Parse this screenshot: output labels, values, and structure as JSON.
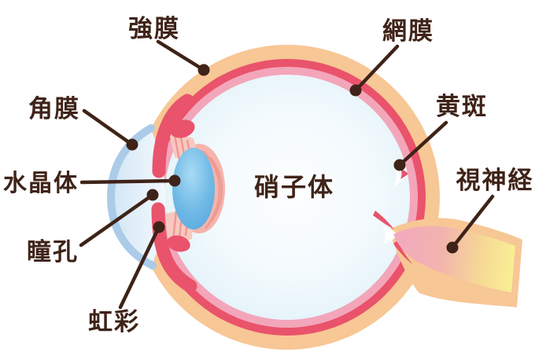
{
  "diagram": {
    "type": "eye-anatomy-cross-section",
    "labels": [
      {
        "id": "sclera",
        "text": "強膜"
      },
      {
        "id": "retina",
        "text": "網膜"
      },
      {
        "id": "macula",
        "text": "黄斑"
      },
      {
        "id": "optic_nerve",
        "text": "視神経"
      },
      {
        "id": "cornea",
        "text": "角膜"
      },
      {
        "id": "lens",
        "text": "水晶体"
      },
      {
        "id": "pupil",
        "text": "瞳孔"
      },
      {
        "id": "iris",
        "text": "虹彩"
      },
      {
        "id": "vitreous",
        "text": "硝子体"
      }
    ],
    "colors": {
      "background": "#FFFFFF",
      "sclera_peach": "#F7C795",
      "choroid_red": "#E9536B",
      "retina_pink": "#F3A6BA",
      "vitreous_edge": "#CFE9F2",
      "cornea_rim_blue": "#ABCBE9",
      "lens_blue": "#64AFE0",
      "zonule_pink": "#F5B4AC",
      "zonule_stripe": "#EE9A93",
      "nerve_pink": "#F3A9BE",
      "nerve_yellow": "#FAF095",
      "label_brown": "#3F2318"
    }
  }
}
